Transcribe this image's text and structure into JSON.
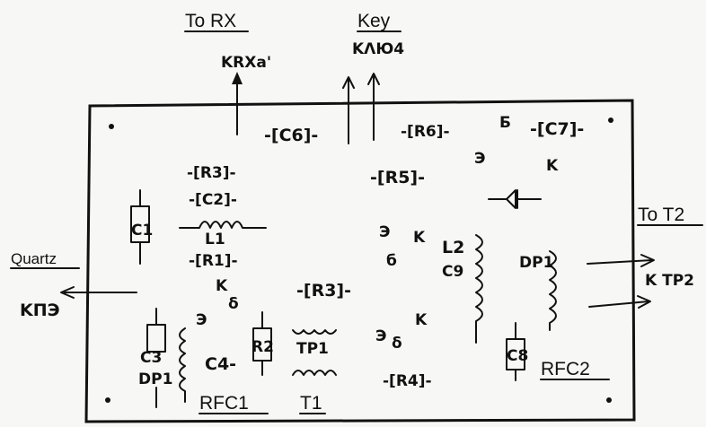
{
  "external": {
    "to_rx": "To RX",
    "to_rx_code": "KRXa'",
    "key": "Key",
    "key_code": "KΛЮ4",
    "to_t2": "To T2",
    "to_t2_code": "K TP2",
    "quartz": "Quartz",
    "quartz_code": "KПЭ"
  },
  "components": {
    "c6": "-[C6]-",
    "r6": "-[R6]-",
    "c7": "-[C7]-",
    "r3_top": "-[R3]-",
    "c2": "-[C2]-",
    "r5": "-[R5]-",
    "c1": "C1",
    "l1": "L1",
    "r1": "-[R1]-",
    "l2": "L2",
    "c9": "C9",
    "dp1_right": "DP1",
    "r3_mid": "-[R3]-",
    "c3": "C3",
    "dp1_left": "DP1",
    "c4": "C4-",
    "r2": "R2",
    "tp1": "TP1",
    "c8": "C8",
    "r4": "-[R4]-",
    "rfc1": "RFC1",
    "t1": "T1",
    "rfc2": "RFC2"
  },
  "pins": {
    "b1": "Б",
    "e1": "Э",
    "k1": "K",
    "e2": "Э",
    "k2": "K",
    "b2": "б",
    "k3": "K",
    "b3": "δ",
    "e4": "Э",
    "e5": "Э",
    "b5": "δ",
    "k5": "K"
  }
}
